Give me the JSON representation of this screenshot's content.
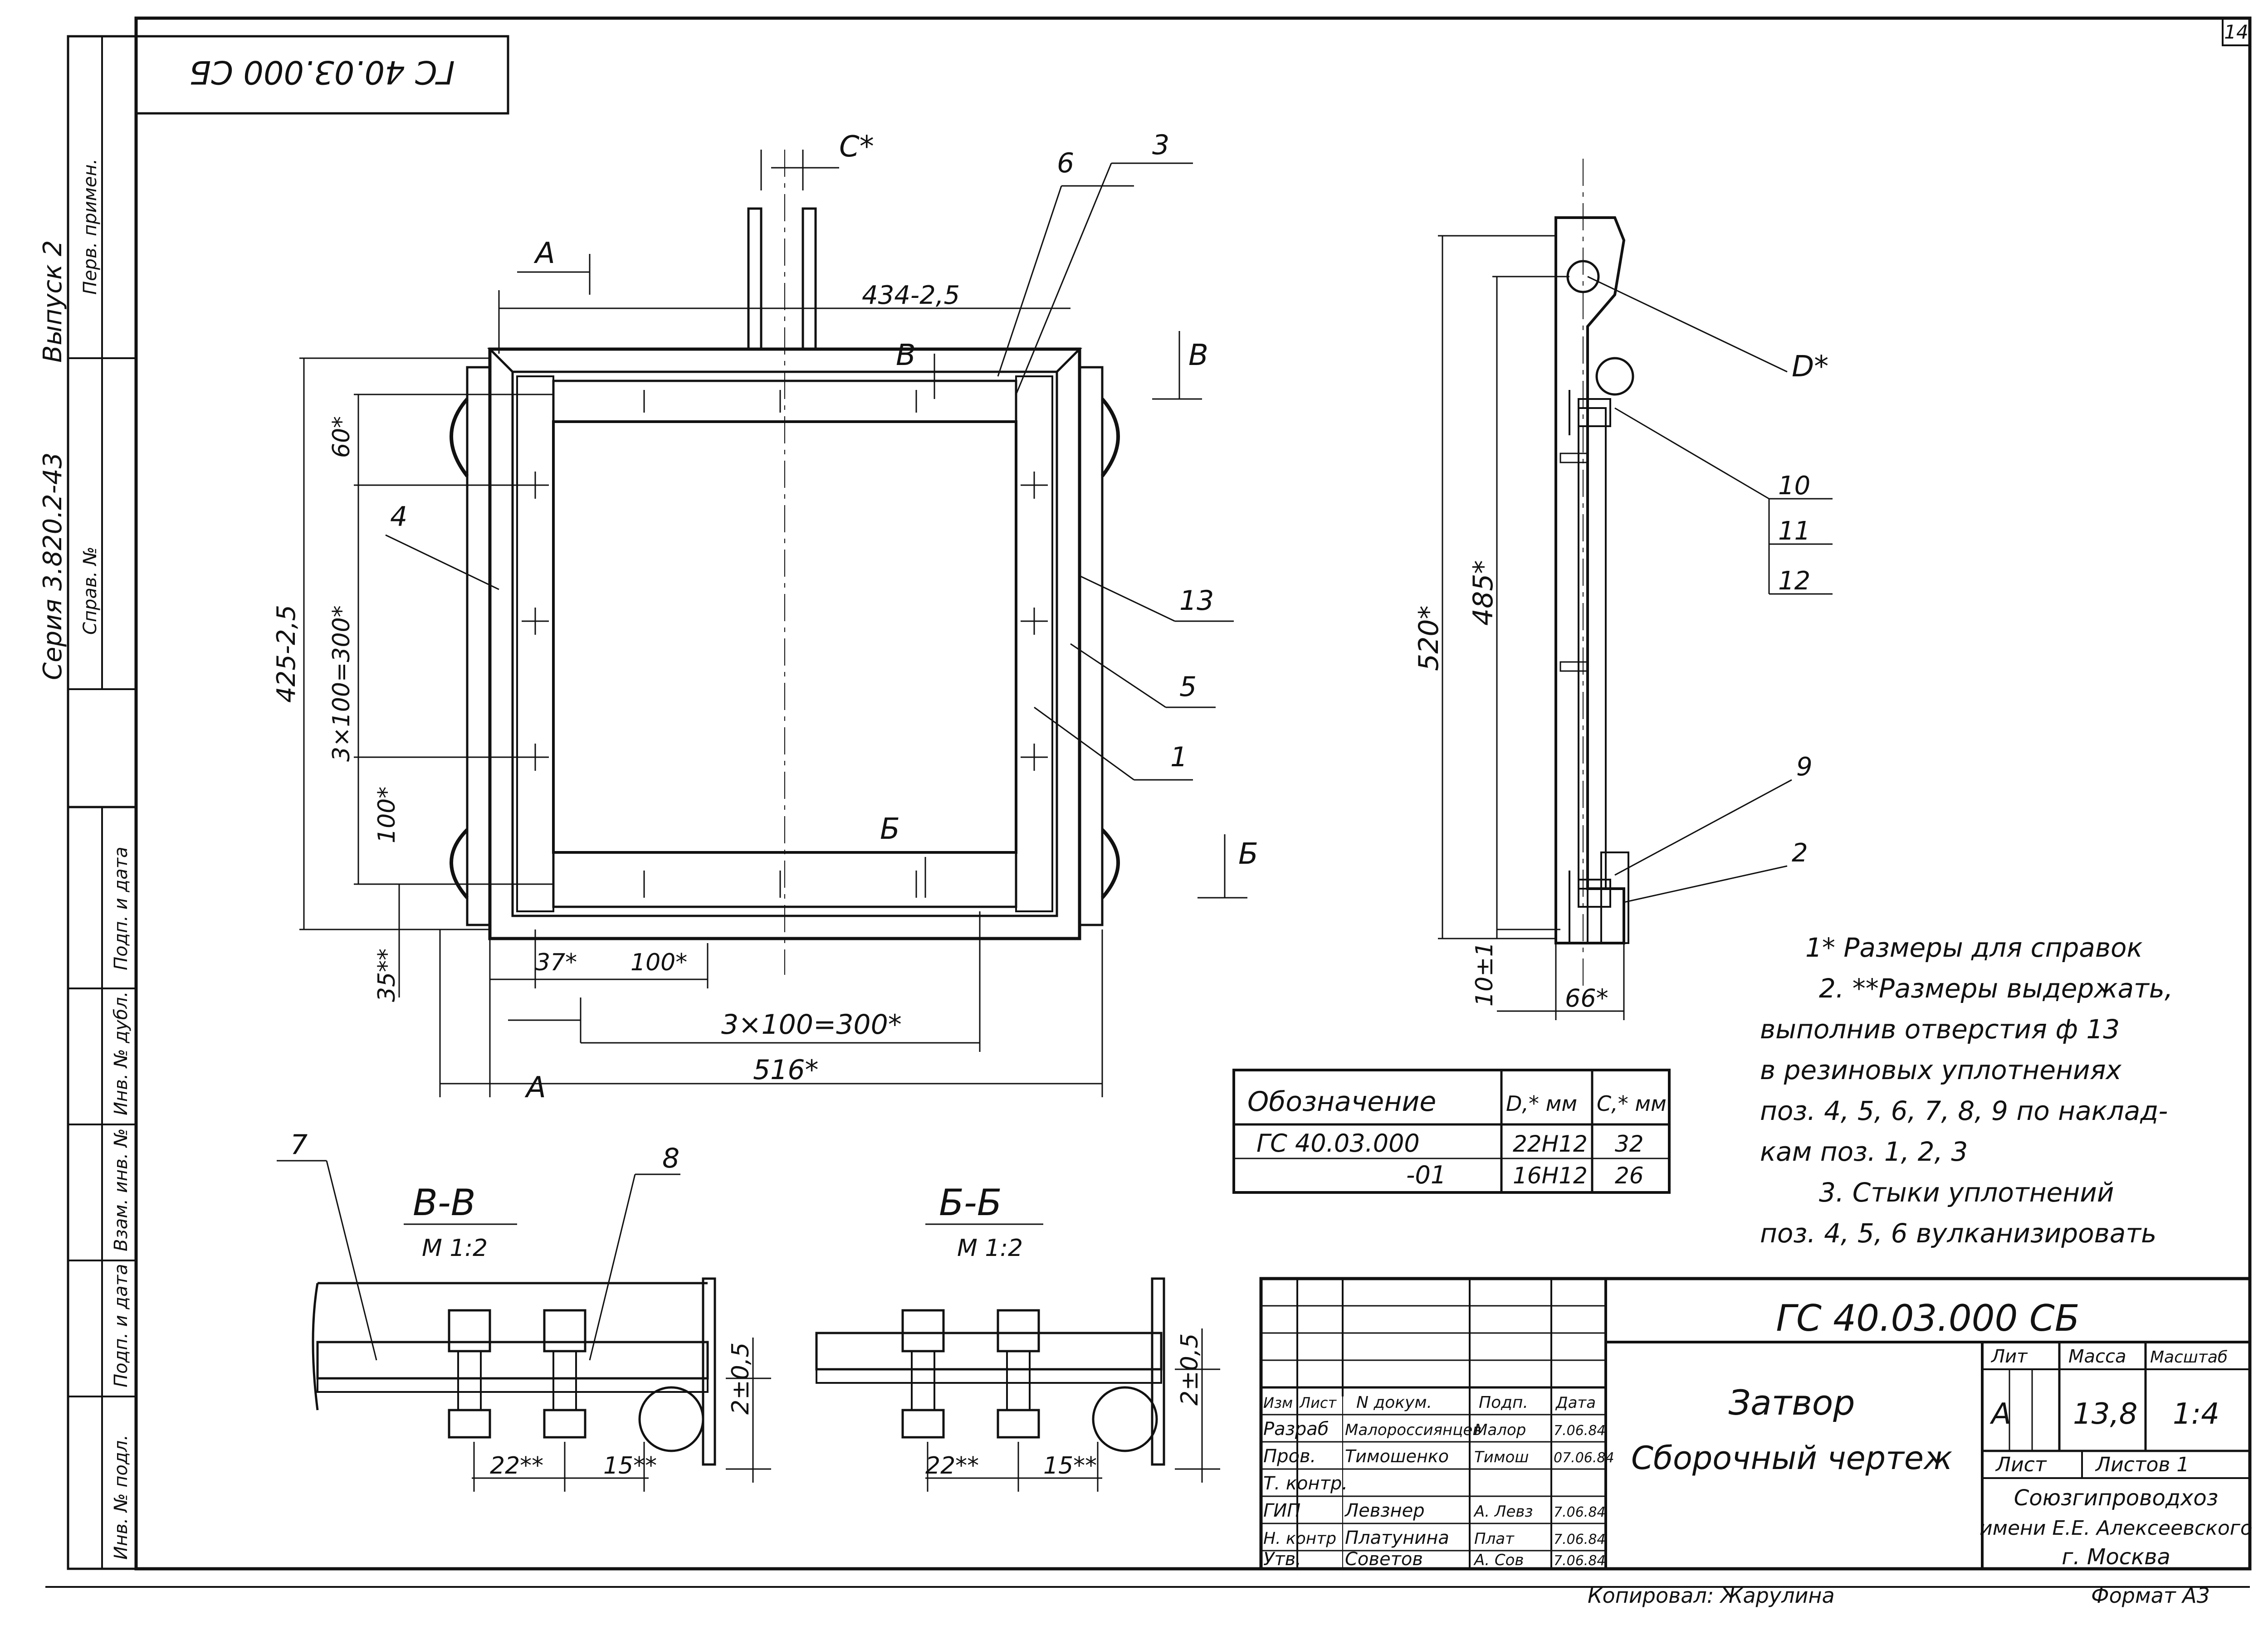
{
  "sheet": {
    "page_number": "14",
    "stamp_rotated": "ГС 40.03.000 СБ",
    "series": "Серия 3.820.2-43",
    "issue": "Выпуск 2",
    "side_labels": [
      "Перв. примен.",
      "Справ. №",
      "Подп. и дата",
      "Инв. № дубл.",
      "Взам. инв. №",
      "Подп. и дата",
      "Инв. № подл."
    ],
    "copied_by": "Копировал: Жарулина",
    "format": "Формат А3"
  },
  "main_view": {
    "labels": {
      "c_star": "С*",
      "dim_434": "434-2,5",
      "dim_425": "425-2,5",
      "dim_60": "60*",
      "dim_3x100_v": "3×100=300*",
      "dim_100_v": "100*",
      "dim_35": "35**",
      "dim_37": "37*",
      "dim_100_h": "100*",
      "dim_3x100_h": "3×100=300*",
      "dim_516": "516*",
      "sec_a_top": "А",
      "sec_a_bottom": "А",
      "sec_b_top": "В",
      "sec_b_mark": "В",
      "sec_bb_mark": "Б",
      "sec_bb_arrow": "Б"
    },
    "positions": [
      "6",
      "3",
      "4",
      "13",
      "5",
      "1"
    ]
  },
  "side_view": {
    "labels": {
      "dim_520": "520*",
      "dim_485": "485*",
      "dim_10": "10±1",
      "dim_66": "66*",
      "d_star": "D*"
    },
    "positions": [
      "10",
      "11",
      "12",
      "9",
      "2"
    ]
  },
  "notes": [
    "1* Размеры для справок",
    "2. **Размеры выдержать,",
    "выполнив отверстия  ф 13",
    "в резиновых уплотнениях",
    "поз. 4, 5, 6, 7, 8, 9 по наклад-",
    "кам поз. 1, 2, 3",
    "3. Стыки уплотнений",
    "поз. 4, 5, 6  вулканизировать"
  ],
  "variants_table": {
    "headers": [
      "Обозначение",
      "D,* мм",
      "C,* мм"
    ],
    "rows": [
      [
        "ГС 40.03.000",
        "22Н12",
        "32"
      ],
      [
        "-01",
        "16Н12",
        "26"
      ]
    ]
  },
  "section_vv": {
    "title": "В-В",
    "scale": "М 1:2",
    "positions": [
      "7",
      "8"
    ],
    "dims": [
      "22**",
      "15**",
      "2±0,5"
    ]
  },
  "section_bb": {
    "title": "Б-Б",
    "scale": "М 1:2",
    "dims": [
      "22**",
      "15**",
      "2±0,5"
    ]
  },
  "title_block": {
    "designation": "ГС 40.03.000 СБ",
    "name": "Затвор",
    "doc_type": "Сборочный чертеж",
    "col_headers": [
      "Изм",
      "Лист",
      "N докум.",
      "Подп.",
      "Дата"
    ],
    "people": [
      {
        "role": "Разраб",
        "name": "Малороссиянцев",
        "sign": "Малор",
        "date": "7.06.84"
      },
      {
        "role": "Пров.",
        "name": "Тимошенко",
        "sign": "Тимош",
        "date": "07.06.84"
      },
      {
        "role": "Т. контр.",
        "name": "",
        "sign": "",
        "date": ""
      },
      {
        "role": "ГИП",
        "name": "Левзнер",
        "sign": "А. Левз",
        "date": "7.06.84"
      },
      {
        "role": "Н. контр",
        "name": "Платунина",
        "sign": "Плат",
        "date": "7.06.84"
      },
      {
        "role": "Утв.",
        "name": "Советов",
        "sign": "А. Сов",
        "date": "7.06.84"
      }
    ],
    "lit_label": "Лит",
    "mass_label": "Масса",
    "scale_label": "Масштаб",
    "lit": "А",
    "mass": "13,8",
    "scale": "1:4",
    "sheet_label": "Лист",
    "sheets_label": "Листов 1",
    "org": [
      "Союзгипроводхоз",
      "имени Е.Е. Алексеевского",
      "г. Москва"
    ]
  }
}
